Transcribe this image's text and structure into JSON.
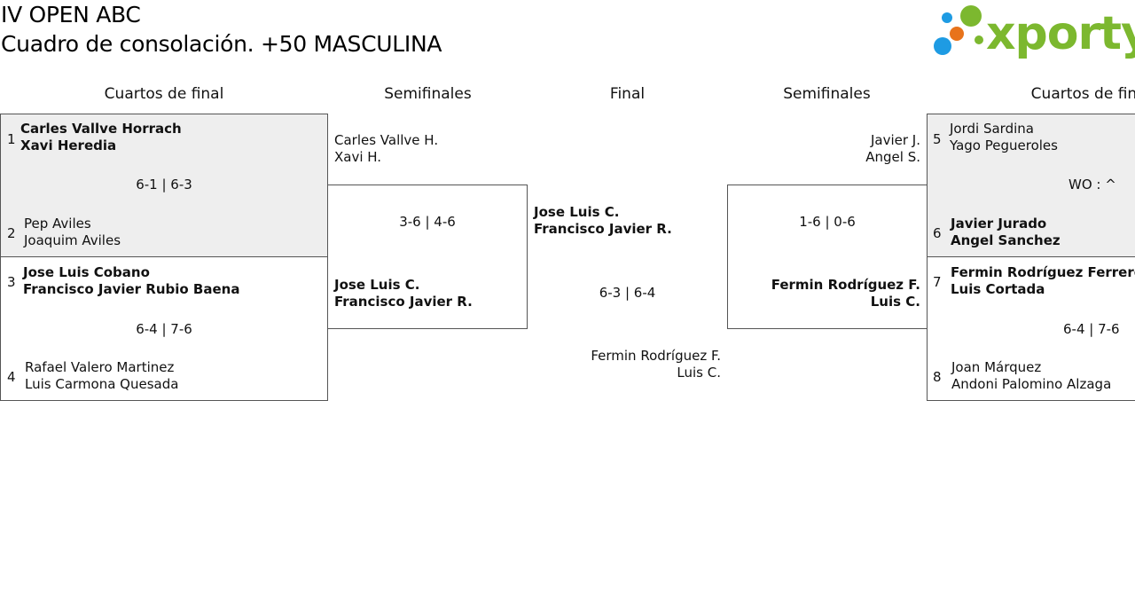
{
  "header": {
    "title_line1": "IV OPEN ABC",
    "title_line2": "Cuadro de consolación. +50 MASCULINA",
    "logo_text": "xporty",
    "logo_colors": [
      "#1e9be3",
      "#7cb82f",
      "#e8731b"
    ]
  },
  "columns": {
    "qf_left": "Cuartos de final",
    "sf_left": "Semifinales",
    "final": "Final",
    "sf_right": "Semifinales",
    "qf_right": "Cuartos de final"
  },
  "quarterfinals_left": [
    {
      "top": {
        "seed": "1",
        "p1": "Carles Vallve Horrach",
        "p2": "Xavi Heredia"
      },
      "score": "6-1 | 6-3",
      "bottom": {
        "seed": "2",
        "p1": "Pep Aviles",
        "p2": "Joaquim Aviles"
      }
    },
    {
      "top": {
        "seed": "3",
        "p1": "Jose Luis Cobano",
        "p2": "Francisco Javier Rubio Baena"
      },
      "score": "6-4 | 7-6",
      "bottom": {
        "seed": "4",
        "p1": "Rafael Valero Martinez",
        "p2": "Luis Carmona Quesada"
      }
    }
  ],
  "semifinal_left": {
    "top": {
      "p1": "Carles Vallve H.",
      "p2": "Xavi H."
    },
    "score": "3-6 | 4-6",
    "bottom": {
      "p1": "Jose Luis C.",
      "p2": "Francisco Javier R."
    }
  },
  "final": {
    "top": {
      "p1": "Jose Luis C.",
      "p2": "Francisco Javier R."
    },
    "score": "6-3 | 6-4",
    "bottom": {
      "p1": "Fermin Rodríguez F.",
      "p2": "Luis C."
    }
  },
  "semifinal_right": {
    "top": {
      "p1": "Javier J.",
      "p2": "Angel S."
    },
    "score": "1-6 | 0-6",
    "bottom": {
      "p1": "Fermin Rodríguez F.",
      "p2": "Luis C."
    }
  },
  "quarterfinals_right": [
    {
      "top": {
        "seed": "5",
        "p1": "Jordi Sardina",
        "p2": "Yago Pegueroles"
      },
      "score": "WO : ^",
      "bottom": {
        "seed": "6",
        "p1": "Javier Jurado",
        "p2": "Angel Sanchez"
      }
    },
    {
      "top": {
        "seed": "7",
        "p1": "Fermin Rodríguez Ferrero",
        "p2": "Luis Cortada"
      },
      "score": "6-4 | 7-6",
      "bottom": {
        "seed": "8",
        "p1": "Joan Márquez",
        "p2": "Andoni Palomino Alzaga"
      }
    }
  ]
}
